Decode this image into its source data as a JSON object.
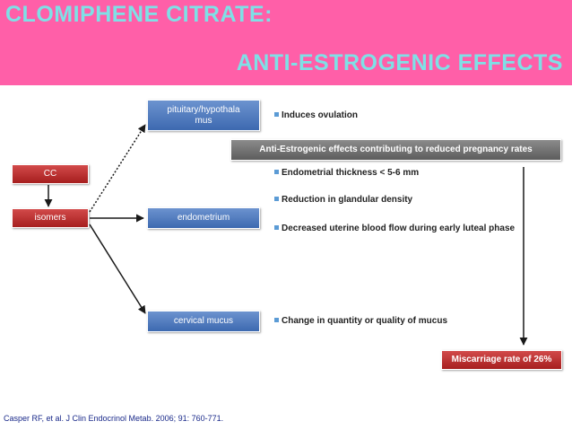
{
  "title": {
    "line1": "CLOMIPHENE CITRATE:",
    "line2": "ANTI-ESTROGENIC EFFECTS"
  },
  "nodes": {
    "cc": "CC",
    "isomers": "isomers",
    "pituitary": "pituitary/hypothala mus",
    "endometrium": "endometrium",
    "cervical_mucus": "cervical mucus",
    "anti_estrogenic_banner": "Anti-Estrogenic effects contributing to reduced pregnancy rates",
    "miscarriage": "Miscarriage rate of 26%"
  },
  "bullets": {
    "pituitary": [
      "Induces ovulation"
    ],
    "endometrium": [
      "Endometrial thickness < 5-6 mm",
      "Reduction in glandular density",
      "Decreased uterine blood flow during early luteal phase"
    ],
    "cervical": [
      "Change in quantity or quality of mucus"
    ]
  },
  "citation": "Casper RF, et al. J Clin Endocrinol Metab. 2006; 91: 760-771.",
  "colors": {
    "header": "#ff5fa8",
    "title_text": "#7fe0e6",
    "blue_box": "#4a78bd",
    "red_box": "#b52828",
    "grey_banner": "#707070",
    "bullet_marker": "#5b9bd5"
  }
}
